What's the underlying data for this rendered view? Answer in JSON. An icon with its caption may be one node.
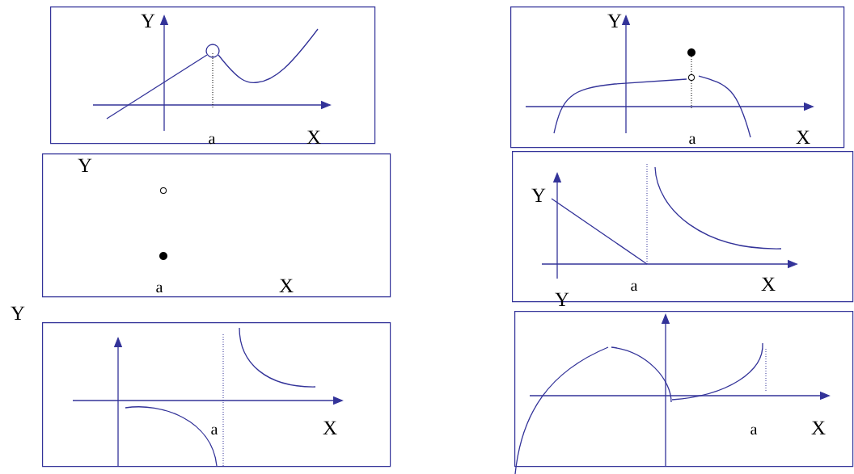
{
  "diagram": {
    "nodes": [
      {
        "text": [
          "Y",
          "a",
          "X"
        ]
      },
      {
        "text": [
          "Y",
          "a",
          "X"
        ]
      },
      {
        "text": [
          "Y",
          "a",
          "X"
        ]
      },
      {
        "text": [
          "Y",
          "a",
          "X"
        ]
      },
      {
        "text": [
          "Y",
          "a",
          "X"
        ]
      },
      {
        "text": [
          "Y",
          "a",
          "X"
        ]
      }
    ]
  }
}
